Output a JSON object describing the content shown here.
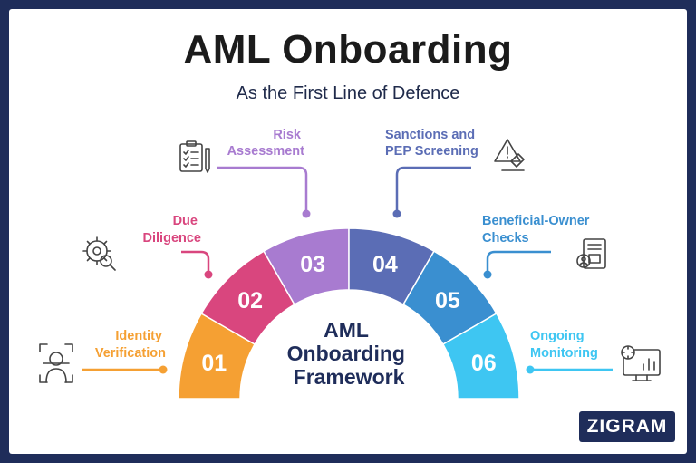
{
  "title": "AML Onboarding",
  "subtitle": "As the First Line of Defence",
  "center_label": [
    "AML",
    "Onboarding",
    "Framework"
  ],
  "steps": [
    {
      "num": "01",
      "label": [
        "Identity",
        "Verification"
      ],
      "color": "#f5a033",
      "icon": "identity-scan-icon"
    },
    {
      "num": "02",
      "label": [
        "Due",
        "Diligence"
      ],
      "color": "#d9467e",
      "icon": "gear-magnifier-icon"
    },
    {
      "num": "03",
      "label": [
        "Risk",
        "Assessment"
      ],
      "color": "#a87bd0",
      "icon": "checklist-clipboard-icon"
    },
    {
      "num": "04",
      "label": [
        "Sanctions and",
        "PEP Screening"
      ],
      "color": "#5b6db5",
      "icon": "warning-screening-icon"
    },
    {
      "num": "05",
      "label": [
        "Beneficial-Owner",
        "Checks"
      ],
      "color": "#3a8fd0",
      "icon": "owner-document-icon"
    },
    {
      "num": "06",
      "label": [
        "Ongoing",
        "Monitoring"
      ],
      "color": "#3ec6f2",
      "icon": "monitor-chart-icon"
    }
  ],
  "label_colors": [
    "#f5a033",
    "#d9467e",
    "#a87bd0",
    "#5b6db5",
    "#3a8fd0",
    "#3ec6f2"
  ],
  "logo": "ZIGRAM"
}
